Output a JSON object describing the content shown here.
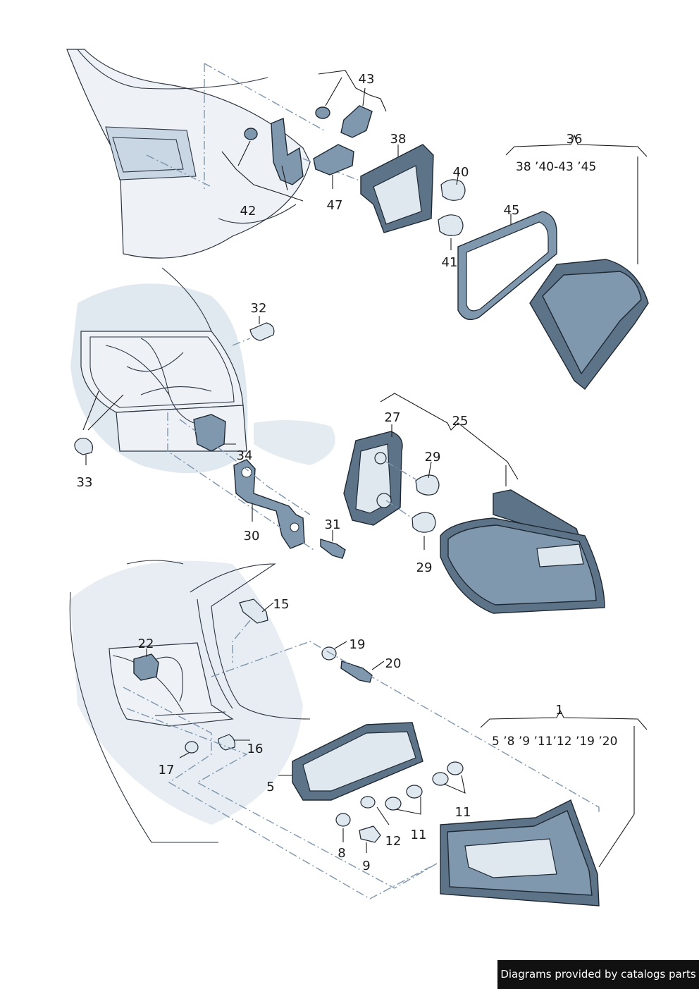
{
  "callouts": {
    "c1": "1",
    "c5": "5",
    "c8": "8",
    "c9": "9",
    "c11a": "11",
    "c11b": "11",
    "c12": "12",
    "c15": "15",
    "c16": "16",
    "c17": "17",
    "c19": "19",
    "c20": "20",
    "c22": "22",
    "c25": "25",
    "c27": "27",
    "c29a": "29",
    "c29b": "29",
    "c30": "30",
    "c31": "31",
    "c32": "32",
    "c33": "33",
    "c34": "34",
    "c36": "36",
    "c38": "38",
    "c40": "40",
    "c41": "41",
    "c42": "42",
    "c43": "43",
    "c45": "45",
    "c47": "47"
  },
  "groups": {
    "g36": "38 ’40-43   ’45",
    "g1": "5 ’8 ’9 ’11’12 ’19 ’20"
  },
  "credit": "Diagrams provided by catalogs parts"
}
